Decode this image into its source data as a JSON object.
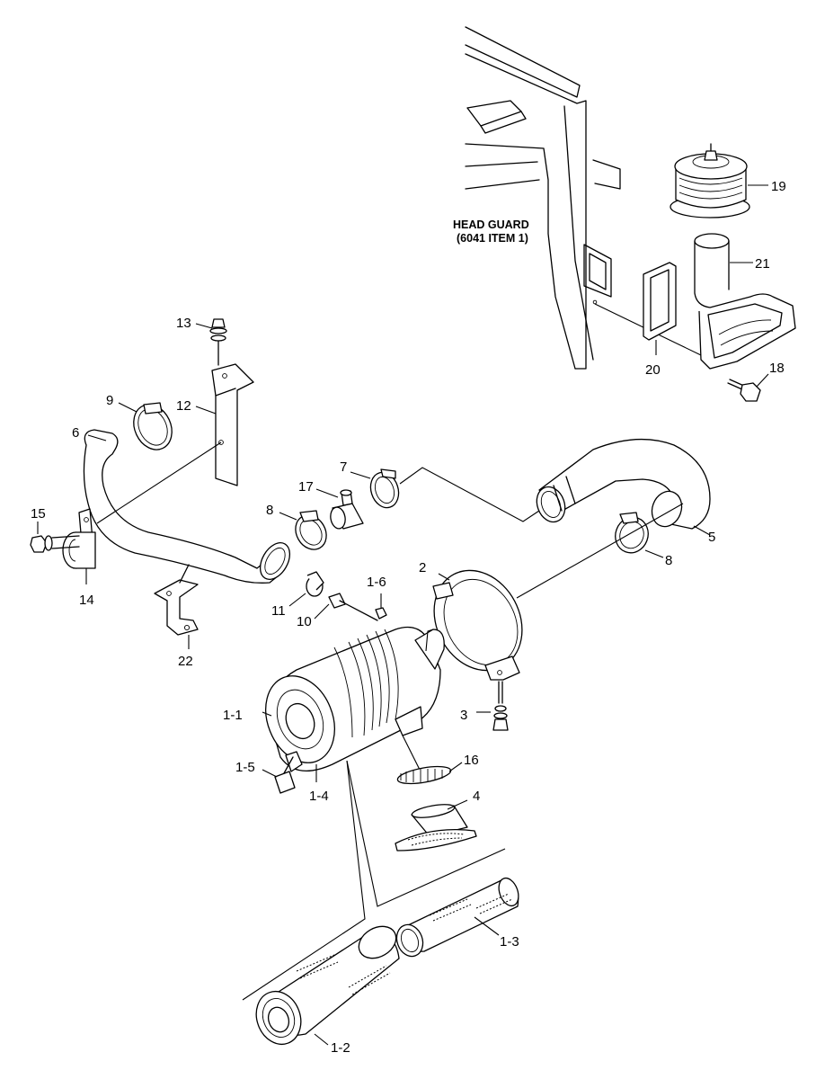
{
  "note": {
    "line1": "HEAD GUARD",
    "line2": "(6041 ITEM 1)"
  },
  "callouts": {
    "c1_1": "1-1",
    "c1_2": "1-2",
    "c1_3": "1-3",
    "c1_4": "1-4",
    "c1_5": "1-5",
    "c1_6": "1-6",
    "c2": "2",
    "c3": "3",
    "c4": "4",
    "c5": "5",
    "c6": "6",
    "c7": "7",
    "c8a": "8",
    "c8b": "8",
    "c9": "9",
    "c10": "10",
    "c11": "11",
    "c12": "12",
    "c13": "13",
    "c14": "14",
    "c15": "15",
    "c16": "16",
    "c17": "17",
    "c18": "18",
    "c19": "19",
    "c20": "20",
    "c21": "21",
    "c22": "22"
  }
}
